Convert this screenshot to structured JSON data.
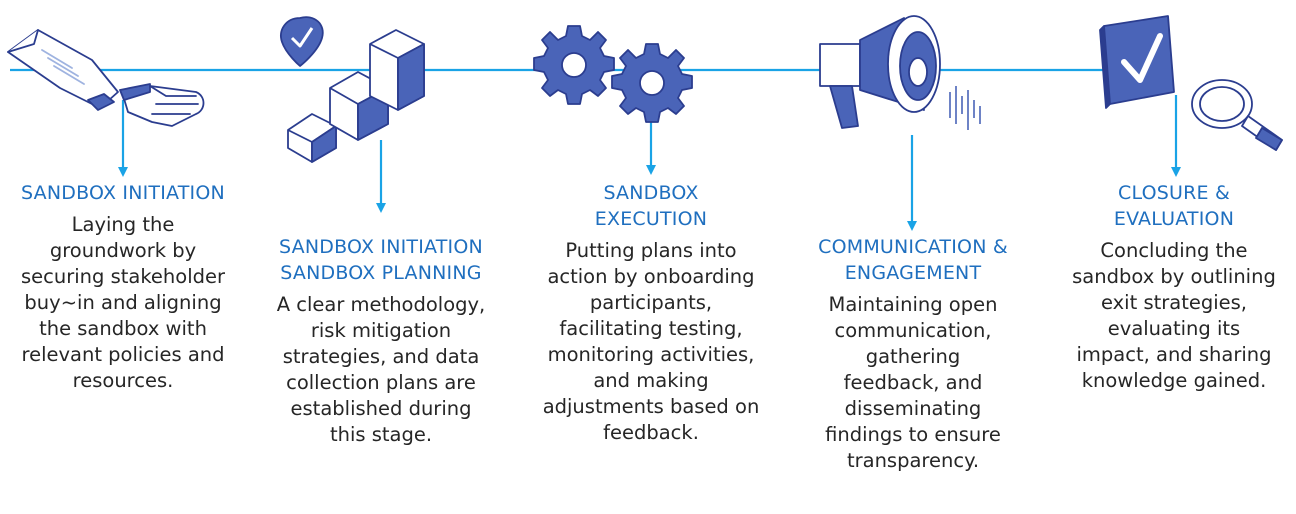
{
  "colors": {
    "line": "#1aa3e6",
    "title": "#1f6fbf",
    "icon_fill": "#4a64b8",
    "icon_outline": "#2b3d8f",
    "text": "#262626"
  },
  "stages": [
    {
      "icon": "hand-signing-document-icon",
      "title": [
        "SANDBOX INITIATION"
      ],
      "description": [
        "Laying the",
        "groundwork by",
        "securing stakeholder",
        "buy~in and aligning",
        "the sandbox with",
        "relevant policies and",
        "resources."
      ]
    },
    {
      "icon": "cubes-with-checkmark-pin-icon",
      "title": [
        "SANDBOX INITIATION",
        "SANDBOX PLANNING"
      ],
      "description": [
        "A clear methodology,",
        "risk mitigation",
        "strategies, and data",
        "collection plans are",
        "established during",
        "this stage."
      ]
    },
    {
      "icon": "gears-icon",
      "title": [
        "SANDBOX",
        "EXECUTION"
      ],
      "description": [
        "Putting plans into",
        "action by onboarding",
        "participants,",
        "facilitating testing,",
        "monitoring activities,",
        "and making",
        "adjustments based on",
        "feedback."
      ]
    },
    {
      "icon": "megaphone-icon",
      "title": [
        "COMMUNICATION &",
        "ENGAGEMENT"
      ],
      "description": [
        "Maintaining open",
        "communication,",
        "gathering",
        "feedback, and",
        "disseminating",
        "findings to ensure",
        "transparency."
      ]
    },
    {
      "icon": "checkbox-magnifier-icon",
      "title": [
        "CLOSURE &",
        "EVALUATION"
      ],
      "description": [
        "Concluding the",
        "sandbox by outlining",
        "exit strategies,",
        "evaluating its",
        "impact, and sharing",
        "knowledge gained."
      ]
    }
  ]
}
